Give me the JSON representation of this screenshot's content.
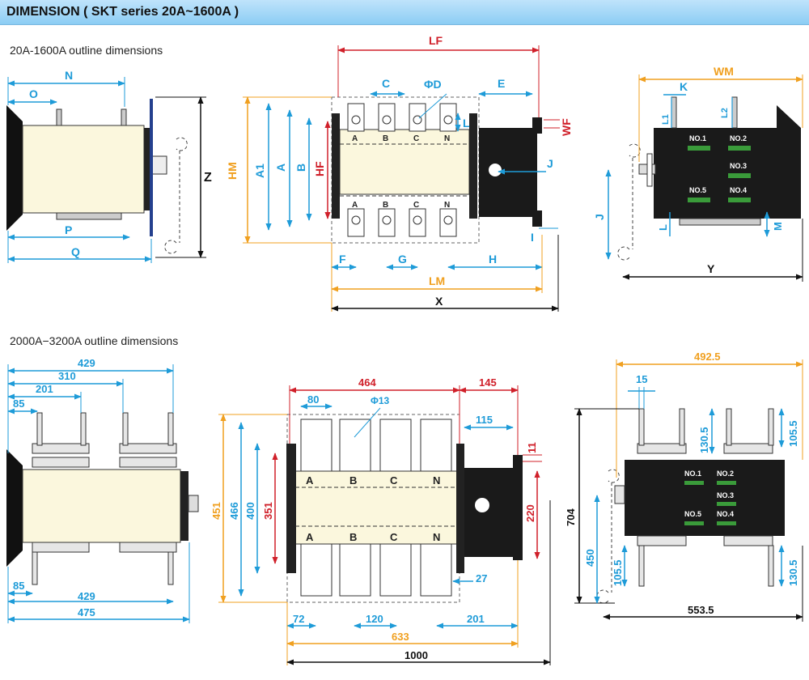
{
  "header": {
    "title": "DIMENSION ( SKT series 20A~1600A )"
  },
  "sections": {
    "top_title": "20A-1600A outline dimensions",
    "bottom_title": "2000A−3200A outline dimensions"
  },
  "colors": {
    "blue": "#1e9bd8",
    "red": "#d0202a",
    "orange": "#f0a020",
    "black": "#111111",
    "body": "#fbf7dd",
    "panel": "#1a1a1a"
  },
  "top": {
    "side": {
      "N": "N",
      "O": "O",
      "P": "P",
      "Q": "Q",
      "Z": "Z"
    },
    "front": {
      "LF": "LF",
      "C": "C",
      "PhiD": "ΦD",
      "E": "E",
      "WF": "WF",
      "L": "L",
      "J": "J",
      "I": "I",
      "HM": "HM",
      "A1": "A1",
      "A": "A",
      "B": "B",
      "HF": "HF",
      "F": "F",
      "G": "G",
      "H": "H",
      "LM": "LM",
      "X": "X",
      "phases": [
        "A",
        "B",
        "C",
        "N"
      ]
    },
    "right": {
      "WM": "WM",
      "K": "K",
      "L1": "L1",
      "L2": "L2",
      "J": "J",
      "L": "L",
      "M": "M",
      "Y": "Y",
      "switches": [
        "NO.1",
        "NO.2",
        "NO.3",
        "NO.5",
        "NO.4"
      ]
    }
  },
  "bottom": {
    "side": {
      "d429_top": "429",
      "d310": "310",
      "d201": "201",
      "d85_top": "85",
      "d85_bottom": "85",
      "d429_bottom": "429",
      "d475": "475"
    },
    "front": {
      "d464": "464",
      "d145": "145",
      "d80": "80",
      "phi13": "Φ13",
      "d115": "115",
      "d11": "11",
      "d220": "220",
      "d451": "451",
      "d466": "466",
      "d400": "400",
      "d351": "351",
      "d27": "27",
      "d72": "72",
      "d120": "120",
      "d201": "201",
      "d633": "633",
      "d1000": "1000",
      "phases": [
        "A",
        "B",
        "C",
        "N"
      ]
    },
    "right": {
      "d4925": "492.5",
      "d15": "15",
      "d1305_top": "130.5",
      "d1055_right": "105.5",
      "d704": "704",
      "d450": "450",
      "d1055_left": "105.5",
      "d1305_bottom": "130.5",
      "d5535": "553.5",
      "switches": [
        "NO.1",
        "NO.2",
        "NO.3",
        "NO.5",
        "NO.4"
      ]
    }
  }
}
